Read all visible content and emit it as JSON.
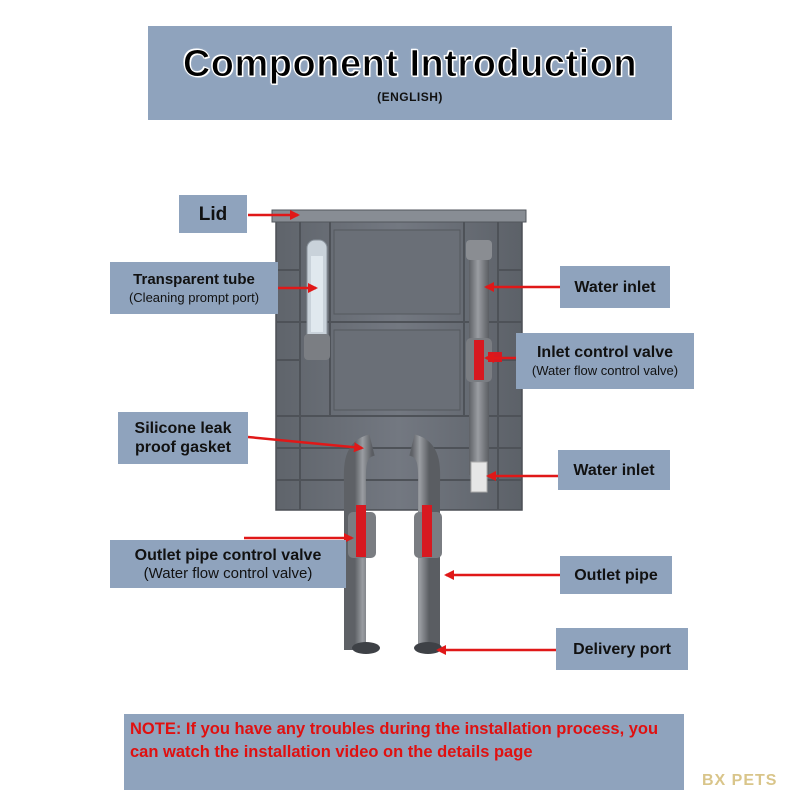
{
  "title": {
    "main": "Component Introduction",
    "sub": "(ENGLISH)"
  },
  "labels": {
    "lid": "Lid",
    "transparent_tube": "Transparent tube",
    "transparent_tube_sub": "(Cleaning prompt port)",
    "water_inlet_top": "Water inlet",
    "inlet_control_valve": "Inlet control valve",
    "inlet_control_valve_sub": "(Water flow control valve)",
    "silicone_gasket_line1": "Silicone leak",
    "silicone_gasket_line2": "proof gasket",
    "water_inlet_bottom": "Water inlet",
    "outlet_valve": "Outlet pipe control valve",
    "outlet_valve_sub": "(Water flow control valve)",
    "outlet_pipe": "Outlet pipe",
    "delivery_port": "Delivery port"
  },
  "note": "NOTE: If you have any troubles during the installation process, you can watch the installation video on the details page",
  "watermark": "BX PETS",
  "colors": {
    "label_bg": "#8fa3bd",
    "arrow": "#e01818",
    "box": "#6b7078",
    "pipe": "#7a7d82",
    "valve": "#d71920",
    "note_text": "#e01010"
  }
}
